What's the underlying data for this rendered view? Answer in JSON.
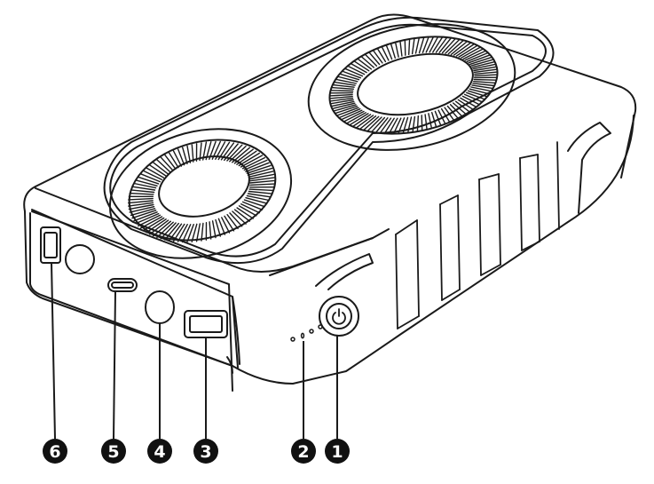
{
  "colors": {
    "line": "#1a1a1a",
    "background": "#ffffff",
    "callout_fill": "#111111",
    "callout_text": "#ffffff"
  },
  "device": {
    "fans": [
      "fan-left",
      "fan-right"
    ],
    "ports": [
      {
        "callout": "6",
        "name": "usb-a-port-left"
      },
      {
        "callout": "5",
        "name": "usb-c-port"
      },
      {
        "callout": "4",
        "name": "dc-port"
      },
      {
        "callout": "3",
        "name": "usb-a-port-right"
      },
      {
        "callout": "2",
        "name": "battery-indicator-leds"
      },
      {
        "callout": "1",
        "name": "power-button"
      }
    ]
  },
  "callouts": {
    "c1": "1",
    "c2": "2",
    "c3": "3",
    "c4": "4",
    "c5": "5",
    "c6": "6"
  },
  "icons": {
    "power_button": "power-icon"
  }
}
